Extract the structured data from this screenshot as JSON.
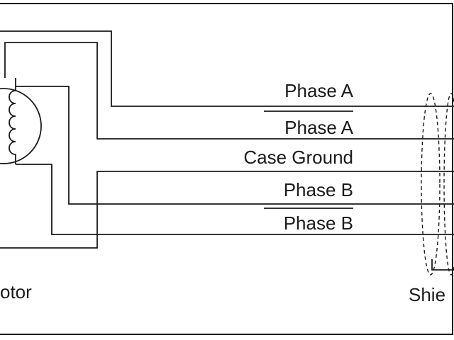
{
  "labels": {
    "phase_a": "Phase A",
    "phase_a_bar": "Phase A",
    "case_ground": "Case Ground",
    "phase_b": "Phase B",
    "phase_b_bar": "Phase B",
    "motor": "otor",
    "shield": "Shie"
  },
  "colors": {
    "ink": "#1a1a1a",
    "background": "#ffffff"
  }
}
